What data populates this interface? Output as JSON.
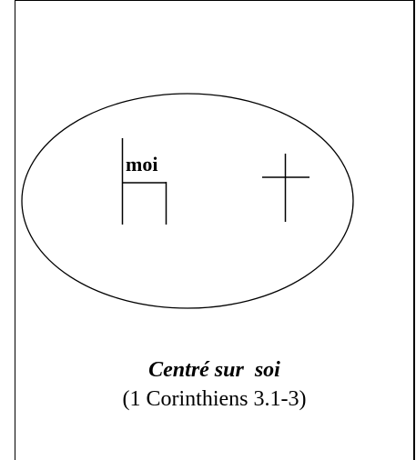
{
  "diagram": {
    "self_label": "moi",
    "caption_title": "Centré sur  soi",
    "caption_reference": "(1 Corinthiens 3.1-3)"
  }
}
